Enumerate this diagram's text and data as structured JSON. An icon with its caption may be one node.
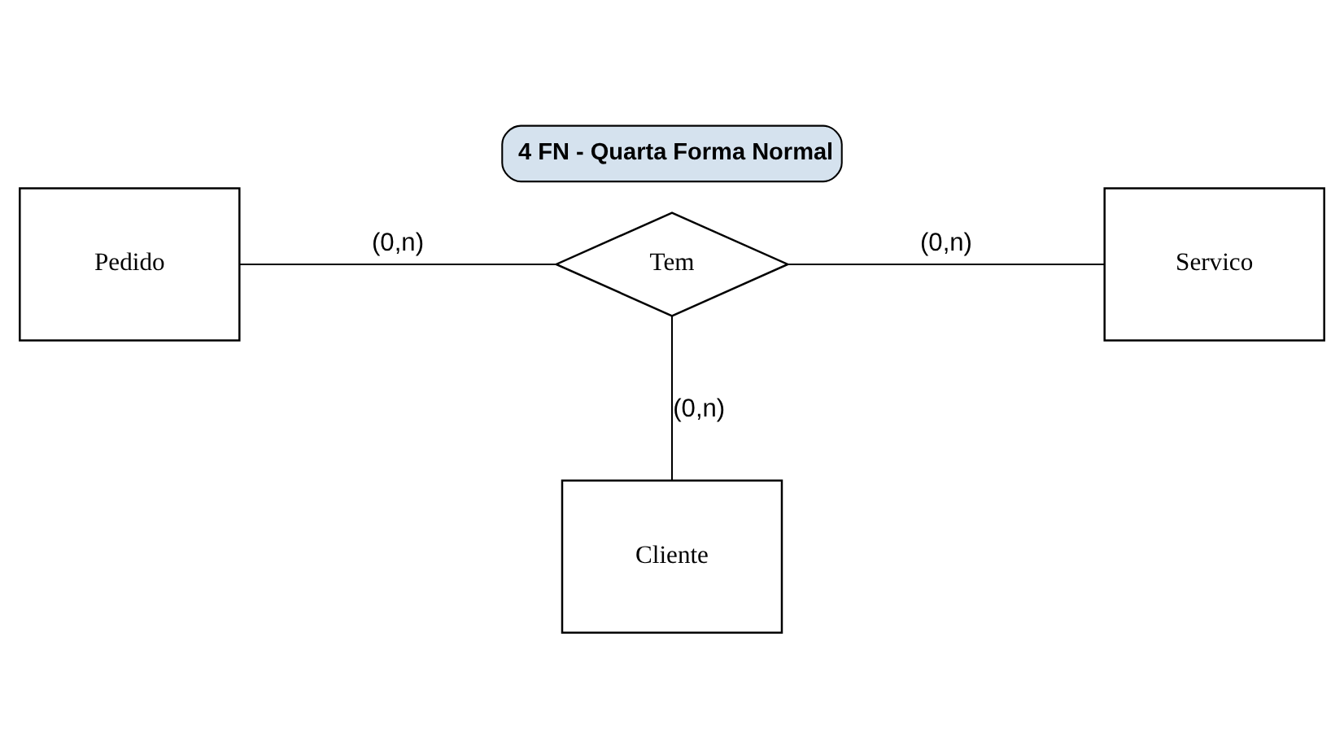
{
  "diagram": {
    "title": "4 FN - Quarta Forma Normal",
    "nodes": [
      {
        "text": [
          "Pedido"
        ]
      },
      {
        "text": [
          "Tem"
        ]
      },
      {
        "text": [
          "Servico"
        ]
      },
      {
        "text": [
          "Cliente"
        ]
      }
    ],
    "edges": [
      {
        "from": 0,
        "to": 1,
        "arrow": "none",
        "label": "(0,n)"
      },
      {
        "from": 1,
        "to": 2,
        "arrow": "none",
        "label": "(0,n)"
      },
      {
        "from": 1,
        "to": 3,
        "arrow": "none",
        "label": "(0,n)"
      }
    ]
  }
}
